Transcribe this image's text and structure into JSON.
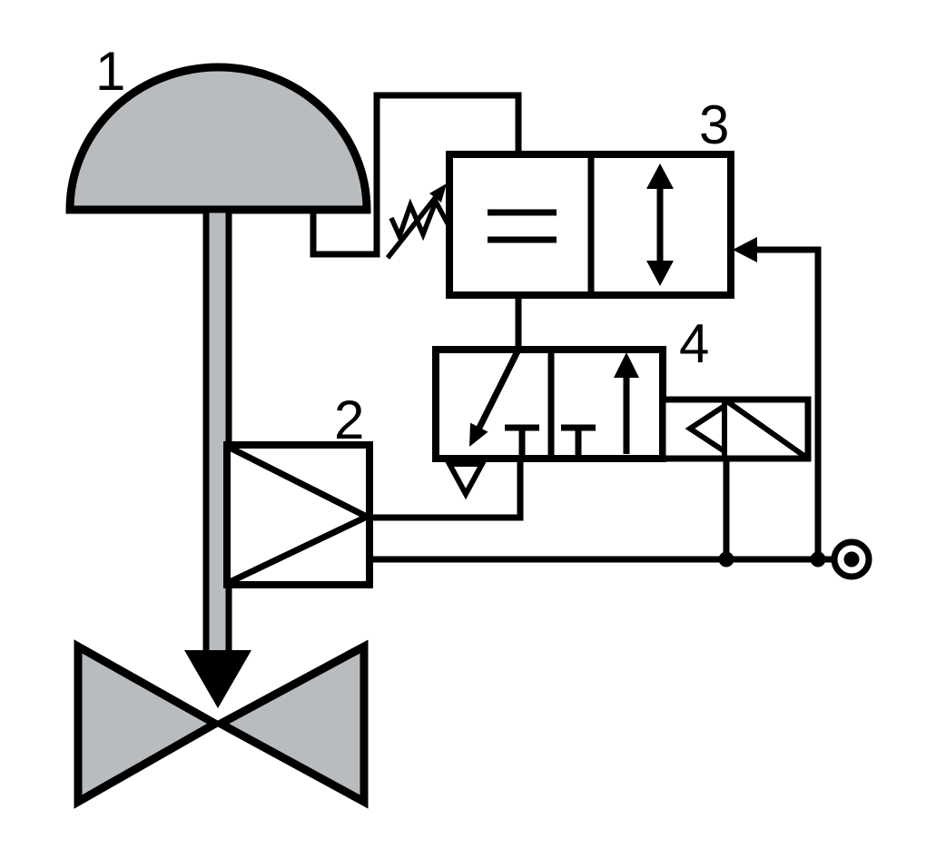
{
  "diagram": {
    "type": "pneumatic-control-schematic",
    "labels": {
      "item1": "1",
      "item2": "2",
      "item3": "3",
      "item4": "4"
    },
    "symbols": {
      "item1": "diaphragm-actuator",
      "item2": "booster-relay",
      "item3": "comparator-valve",
      "item4": "pilot-valve-with-solenoid",
      "supply": "air-supply-source",
      "bottom": "control-valve-body"
    },
    "colors": {
      "component_fill": "#b8bcbe",
      "line": "#000000",
      "background": "#ffffff"
    }
  }
}
